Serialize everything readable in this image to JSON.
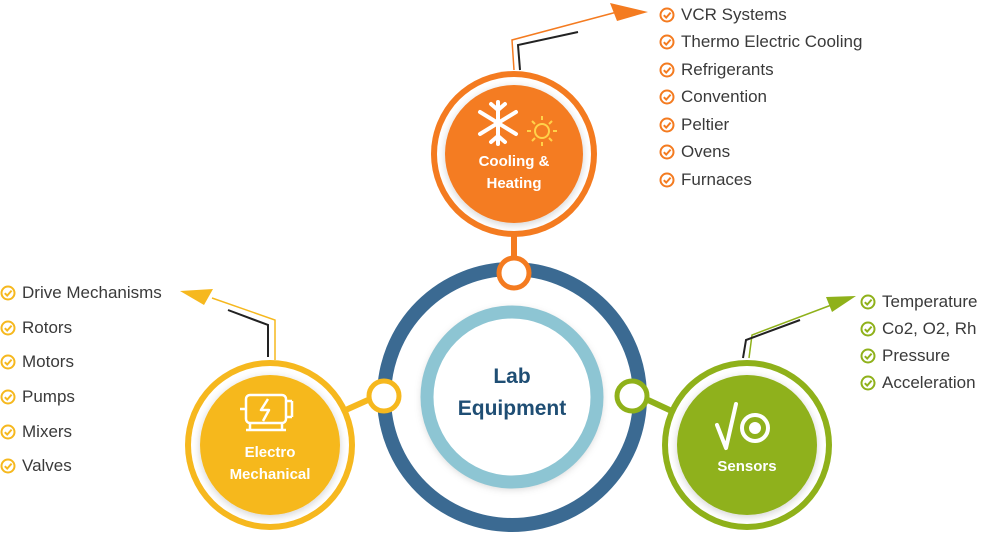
{
  "center": {
    "line1": "Lab",
    "line2": "Equipment"
  },
  "nodes": {
    "cooling": {
      "line1": "Cooling &",
      "line2": "Heating",
      "color": "#F47B20",
      "items": [
        "VCR Systems",
        "Thermo Electric Cooling",
        "Refrigerants",
        "Convention",
        "Peltier",
        "Ovens",
        "Furnaces"
      ]
    },
    "electro": {
      "line1": "Electro",
      "line2": "Mechanical",
      "color": "#F6B81E",
      "items": [
        "Drive Mechanisms",
        "Rotors",
        "Motors",
        "Pumps",
        "Mixers",
        "Valves"
      ]
    },
    "sensors": {
      "line1": "Sensors",
      "color": "#8FB11A",
      "items": [
        "Temperature",
        "Co2, O2, Rh",
        "Pressure",
        "Acceleration"
      ]
    }
  },
  "colors": {
    "outer_ring": "#3B6A92",
    "inner_ring": "#8DC5D3",
    "center_text": "#1F4E74"
  },
  "icons": {
    "cooling": "snowflake-sun-icon",
    "electro": "electric-motor-icon",
    "sensors": "sensor-pulse-icon",
    "bullet": "check-circle-icon"
  }
}
